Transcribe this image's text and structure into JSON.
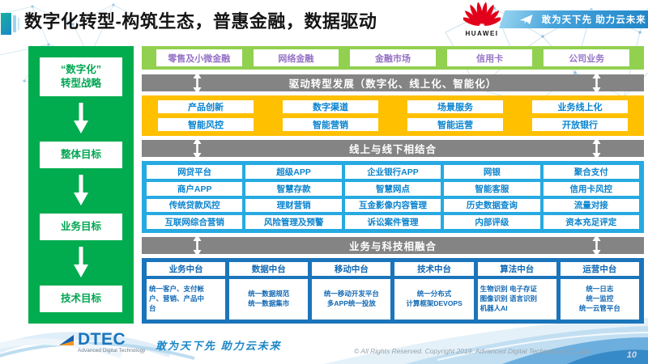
{
  "header": {
    "title": "数字化转型-构筑生态，普惠金融，数据驱动",
    "brand": "HUAWEI",
    "banner_slogan": "敢为天下先 助力云未来"
  },
  "strategy_sidebar": {
    "items": [
      {
        "label": "“数字化”\n转型战略"
      },
      {
        "label": "整体目标"
      },
      {
        "label": "业务目标"
      },
      {
        "label": "技术目标"
      }
    ]
  },
  "business_lines": {
    "items": [
      "零售及小微金融",
      "网络金融",
      "金融市场",
      "信用卡",
      "公司业务"
    ]
  },
  "bar_drive": {
    "label": "驱动转型发展（数字化、线上化、智能化）"
  },
  "transform_capabilities": {
    "items": [
      "产品创新",
      "数字渠道",
      "场景服务",
      "业务线上化",
      "智能风控",
      "智能营销",
      "智能运营",
      "开放银行"
    ]
  },
  "bar_online_offline": {
    "label": "线上与线下相结合"
  },
  "channel_apps": {
    "rows": [
      [
        "网贷平台",
        "超级APP",
        "企业银行APP",
        "网银",
        "聚合支付"
      ],
      [
        "商户APP",
        "智慧存款",
        "智慧网点",
        "智能客服",
        "信用卡风控"
      ],
      [
        "传统贷款风控",
        "理财营销",
        "互金影像内容管理",
        "历史数据查询",
        "流量对接"
      ],
      [
        "互联网综合营销",
        "风险管理及预警",
        "诉讼案件管理",
        "内部评级",
        "资本充足评定"
      ]
    ]
  },
  "bar_tech_fusion": {
    "label": "业务与科技相融合"
  },
  "middle_platforms": {
    "columns": [
      {
        "title": "业务中台",
        "body": "统一客户、支付帐\n户、营销、产品中\n台"
      },
      {
        "title": "数据中台",
        "body": "统一数据规范\n统一数据集市"
      },
      {
        "title": "移动中台",
        "body": "统一移动开发平台\n多APP统一投放"
      },
      {
        "title": "技术中台",
        "body": "统一分布式\n计算框架DEVOPS"
      },
      {
        "title": "算法中台",
        "body": "生物识别 电子存证\n图像识别 语言识别\n机器人AI"
      },
      {
        "title": "运营中台",
        "body": "统一日志\n统一监控\n统一云管平台"
      }
    ]
  },
  "footer": {
    "logo_text": "DTEC",
    "logo_subtext": "Advanced Digital Technology",
    "slogan": "敢为天下先  助力云未来",
    "copyright": "© All Rights Reserved. Copyright 2019. Advanced Digital Technology CO.,Ltd",
    "page_number": "10"
  },
  "colors": {
    "sidebar_green": "#00ac4e",
    "light_green": "#92d050",
    "yellow": "#ffc000",
    "gray_bar": "#848484",
    "cyan_panel": "#27aae1",
    "dark_blue_panel": "#1b75bb",
    "purple_text": "#9673c6",
    "blue_text": "#0a84cf",
    "huawei_red": "#e2001a"
  }
}
